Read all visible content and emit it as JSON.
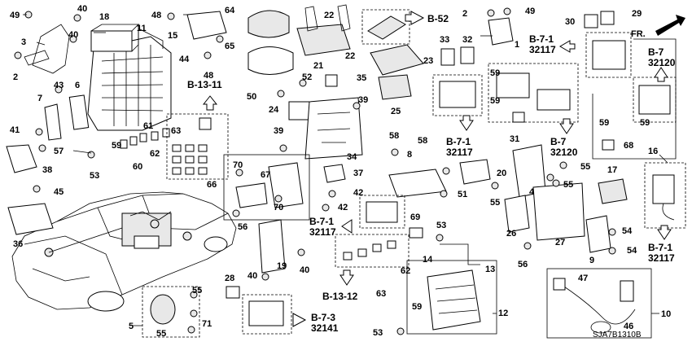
{
  "callouts": [
    {
      "id": "c49a",
      "label": "49"
    },
    {
      "id": "c40a",
      "label": "40"
    },
    {
      "id": "c18",
      "label": "18"
    },
    {
      "id": "c3",
      "label": "3"
    },
    {
      "id": "c40b",
      "label": "40"
    },
    {
      "id": "c2a",
      "label": "2"
    },
    {
      "id": "c11",
      "label": "11"
    },
    {
      "id": "c48a",
      "label": "48"
    },
    {
      "id": "c15",
      "label": "15"
    },
    {
      "id": "c44",
      "label": "44"
    },
    {
      "id": "c48b",
      "label": "48"
    },
    {
      "id": "c64",
      "label": "64"
    },
    {
      "id": "c65",
      "label": "65"
    },
    {
      "id": "c22a",
      "label": "22"
    },
    {
      "id": "c22b",
      "label": "22"
    },
    {
      "id": "c2b",
      "label": "2"
    },
    {
      "id": "c49b",
      "label": "49"
    },
    {
      "id": "c1",
      "label": "1"
    },
    {
      "id": "c30",
      "label": "30"
    },
    {
      "id": "c29",
      "label": "29"
    },
    {
      "id": "c33",
      "label": "33"
    },
    {
      "id": "c32",
      "label": "32"
    },
    {
      "id": "c23",
      "label": "23"
    },
    {
      "id": "c43",
      "label": "43"
    },
    {
      "id": "c6",
      "label": "6"
    },
    {
      "id": "c7",
      "label": "7"
    },
    {
      "id": "c41",
      "label": "41"
    },
    {
      "id": "c57",
      "label": "57"
    },
    {
      "id": "c38",
      "label": "38"
    },
    {
      "id": "c45",
      "label": "45"
    },
    {
      "id": "c36",
      "label": "36"
    },
    {
      "id": "c21",
      "label": "21"
    },
    {
      "id": "c35",
      "label": "35"
    },
    {
      "id": "c52",
      "label": "52"
    },
    {
      "id": "c50",
      "label": "50"
    },
    {
      "id": "c24",
      "label": "24"
    },
    {
      "id": "c25",
      "label": "25"
    },
    {
      "id": "c39a",
      "label": "39"
    },
    {
      "id": "c39b",
      "label": "39"
    },
    {
      "id": "c34",
      "label": "34"
    },
    {
      "id": "c59a",
      "label": "59"
    },
    {
      "id": "c61",
      "label": "61"
    },
    {
      "id": "c63a",
      "label": "63"
    },
    {
      "id": "c62a",
      "label": "62"
    },
    {
      "id": "c60",
      "label": "60"
    },
    {
      "id": "c53a",
      "label": "53"
    },
    {
      "id": "c58a",
      "label": "58"
    },
    {
      "id": "c58b",
      "label": "58"
    },
    {
      "id": "c8",
      "label": "8"
    },
    {
      "id": "c20",
      "label": "20"
    },
    {
      "id": "c51",
      "label": "51"
    },
    {
      "id": "c59b",
      "label": "59"
    },
    {
      "id": "c59c",
      "label": "59"
    },
    {
      "id": "c31",
      "label": "31"
    },
    {
      "id": "c59d",
      "label": "59"
    },
    {
      "id": "c59e",
      "label": "59"
    },
    {
      "id": "c68",
      "label": "68"
    },
    {
      "id": "c70a",
      "label": "70"
    },
    {
      "id": "c67",
      "label": "67"
    },
    {
      "id": "c66",
      "label": "66"
    },
    {
      "id": "c37",
      "label": "37"
    },
    {
      "id": "c42a",
      "label": "42"
    },
    {
      "id": "c42b",
      "label": "42"
    },
    {
      "id": "c70b",
      "label": "70"
    },
    {
      "id": "c56a",
      "label": "56"
    },
    {
      "id": "c55a",
      "label": "55"
    },
    {
      "id": "c55b",
      "label": "55"
    },
    {
      "id": "c55c",
      "label": "55"
    },
    {
      "id": "c4",
      "label": "4"
    },
    {
      "id": "c16",
      "label": "16"
    },
    {
      "id": "c17",
      "label": "17"
    },
    {
      "id": "c26",
      "label": "26"
    },
    {
      "id": "c27",
      "label": "27"
    },
    {
      "id": "c54a",
      "label": "54"
    },
    {
      "id": "c54b",
      "label": "54"
    },
    {
      "id": "c9",
      "label": "9"
    },
    {
      "id": "c56b",
      "label": "56"
    },
    {
      "id": "c19",
      "label": "19"
    },
    {
      "id": "c40c",
      "label": "40"
    },
    {
      "id": "c40d",
      "label": "40"
    },
    {
      "id": "c69",
      "label": "69"
    },
    {
      "id": "c53b",
      "label": "53"
    },
    {
      "id": "c14",
      "label": "14"
    },
    {
      "id": "c13",
      "label": "13"
    },
    {
      "id": "c62b",
      "label": "62"
    },
    {
      "id": "c63b",
      "label": "63"
    },
    {
      "id": "c59f",
      "label": "59"
    },
    {
      "id": "c12",
      "label": "12"
    },
    {
      "id": "c53c",
      "label": "53"
    },
    {
      "id": "c28",
      "label": "28"
    },
    {
      "id": "c5",
      "label": "5"
    },
    {
      "id": "c55d",
      "label": "55"
    },
    {
      "id": "c55e",
      "label": "55"
    },
    {
      "id": "c71",
      "label": "71"
    },
    {
      "id": "c47",
      "label": "47"
    },
    {
      "id": "c46",
      "label": "46"
    },
    {
      "id": "c10",
      "label": "10"
    }
  ],
  "references": [
    {
      "id": "r_b1311",
      "text": "B-13-11"
    },
    {
      "id": "r_b52",
      "text": "B-52"
    },
    {
      "id": "r_b71a",
      "text": "B-7-1",
      "code": "32117"
    },
    {
      "id": "r_b71b",
      "text": "B-7-1",
      "code": "32117"
    },
    {
      "id": "r_b71c",
      "text": "B-7-1",
      "code": "32117"
    },
    {
      "id": "r_b71d",
      "text": "B-7-1",
      "code": "32117"
    },
    {
      "id": "r_b7a",
      "text": "B-7",
      "code": "32120"
    },
    {
      "id": "r_b7b",
      "text": "B-7",
      "code": "32120"
    },
    {
      "id": "r_b1312",
      "text": "B-13-12"
    },
    {
      "id": "r_b73",
      "text": "B-7-3",
      "code": "32141"
    }
  ],
  "direction_label": "FR.",
  "diagram_code": "SJA7B1310B"
}
